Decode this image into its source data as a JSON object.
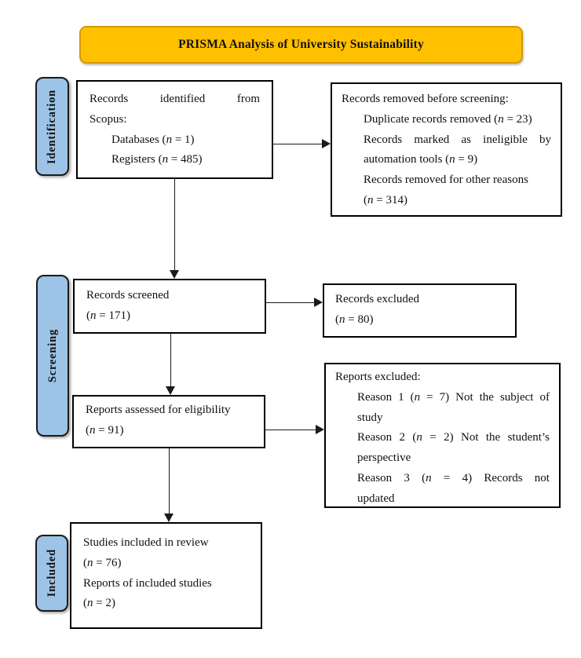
{
  "colors": {
    "banner_fill": "#FFC000",
    "banner_border": "#D59B00",
    "stage_fill": "#9DC3E6",
    "stage_border": "#1a1a1a",
    "box_border": "#000000",
    "arrow": "#1a1a1a"
  },
  "title": "PRISMA Analysis of University Sustainability",
  "stages": [
    {
      "label": "Identification"
    },
    {
      "label": "Screening"
    },
    {
      "label": "Included"
    }
  ],
  "flow_boxes": [
    {
      "id": "records-identified",
      "lines": [
        {
          "text": "Records identified from",
          "justify": true
        },
        {
          "text": "Scopus:"
        },
        {
          "text": "Databases (n = 1)",
          "indent": 1
        },
        {
          "text": "Registers (n = 485)",
          "indent": 1
        }
      ]
    },
    {
      "id": "records-removed",
      "lines": [
        {
          "text": "Records removed before screening:"
        },
        {
          "text": "Duplicate records removed (n = 23)",
          "indent": 1
        },
        {
          "text": "Records marked as ineligible by",
          "indent": 1,
          "justify": true
        },
        {
          "text": "automation tools (n = 9)",
          "indent": 1
        },
        {
          "text": "Records removed for other reasons",
          "indent": 1
        },
        {
          "text": "(n = 314)",
          "indent": 1
        }
      ]
    },
    {
      "id": "records-screened",
      "lines": [
        {
          "text": "Records screened"
        },
        {
          "text": "(n = 171)"
        }
      ]
    },
    {
      "id": "records-excluded",
      "lines": [
        {
          "text": "Records excluded"
        },
        {
          "text": "(n = 80)"
        }
      ]
    },
    {
      "id": "reports-assessed",
      "lines": [
        {
          "text": "Reports assessed for eligibility"
        },
        {
          "text": "(n = 91)"
        }
      ]
    },
    {
      "id": "reports-excluded",
      "lines": [
        {
          "text": "Reports excluded:"
        },
        {
          "text": "Reason 1 (n = 7) Not the subject of",
          "indent": 1,
          "justify": true
        },
        {
          "text": "study",
          "indent": 1
        },
        {
          "text": "Reason 2 (n = 2) Not the student’s",
          "indent": 1,
          "justify": true
        },
        {
          "text": "perspective",
          "indent": 1
        },
        {
          "text": "Reason 3 (n = 4) Records not",
          "indent": 1,
          "justify": true
        },
        {
          "text": "updated",
          "indent": 1
        }
      ]
    },
    {
      "id": "studies-included",
      "lines": [
        {
          "text": "Studies included in review"
        },
        {
          "text": "(n = 76)"
        },
        {
          "text": "Reports of included studies"
        },
        {
          "text": "(n = 2)"
        }
      ]
    }
  ]
}
